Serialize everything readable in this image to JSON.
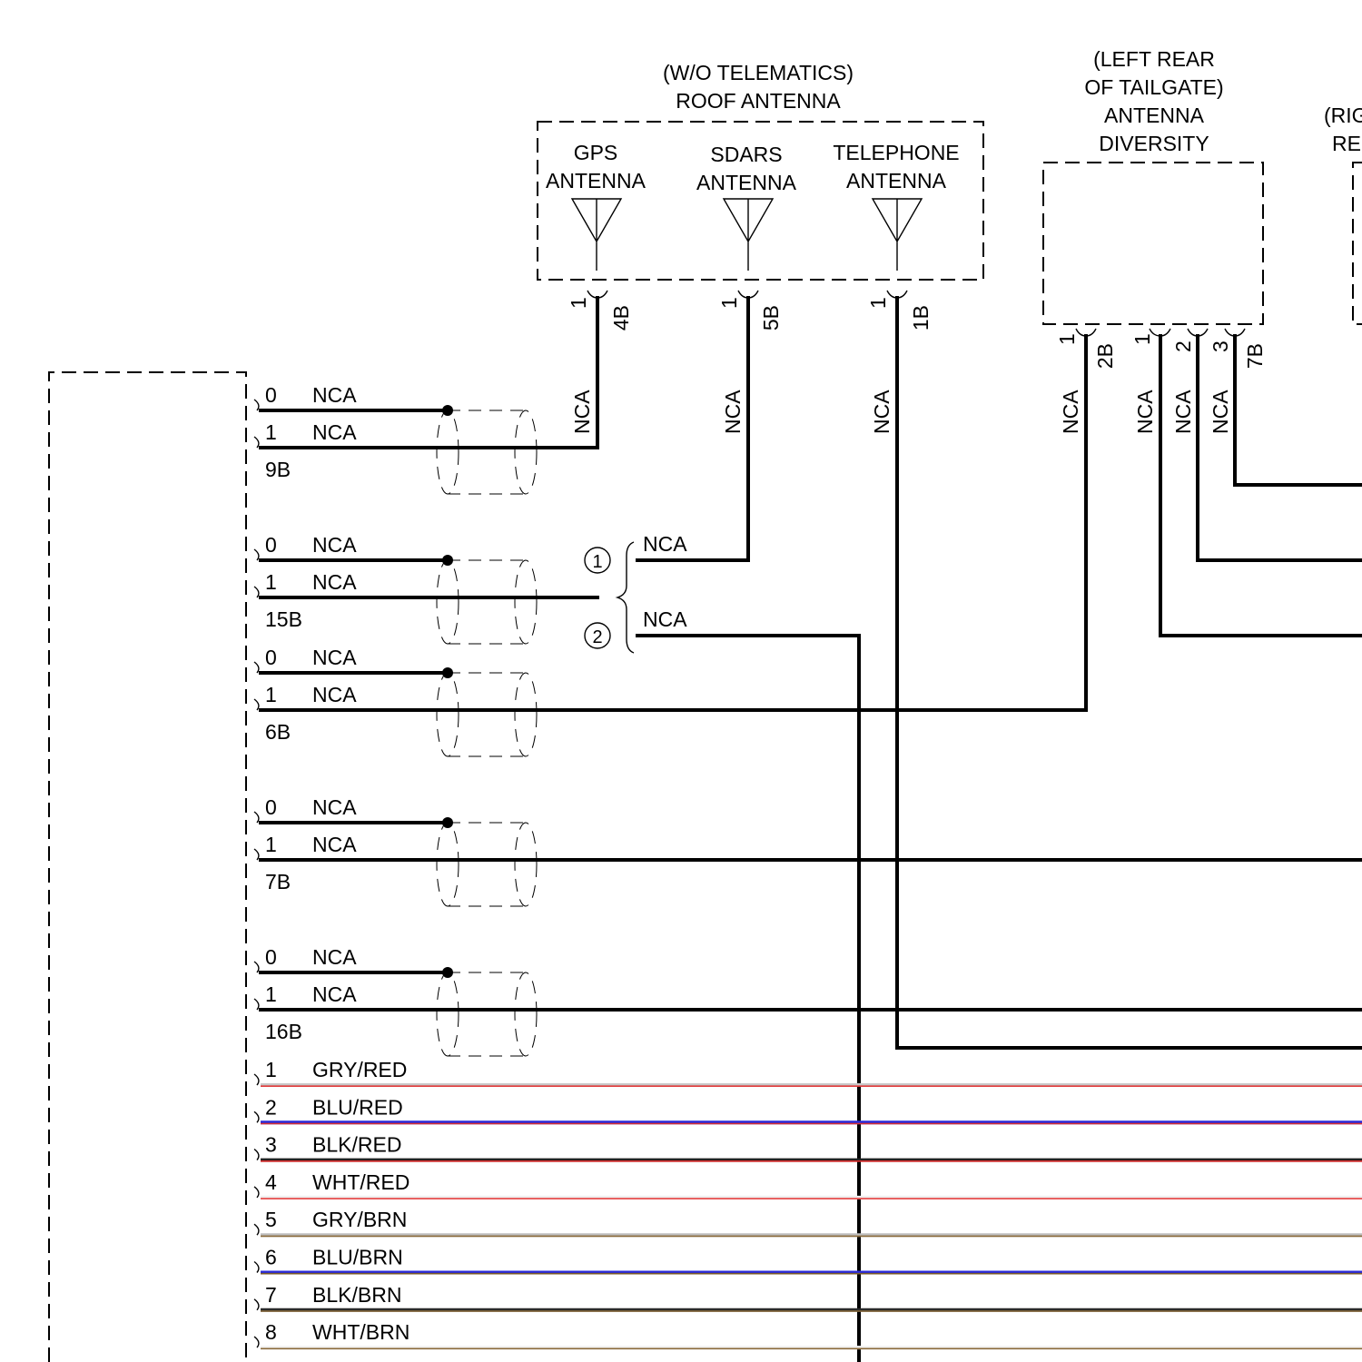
{
  "antenna_module": {
    "title_line1": "(W/O TELEMATICS)",
    "title_line2": "ROOF ANTENNA",
    "gps": {
      "line1": "GPS",
      "line2": "ANTENNA",
      "pin": "1",
      "connector": "4B"
    },
    "sdars": {
      "line1": "SDARS",
      "line2": "ANTENNA",
      "pin": "1",
      "connector": "5B"
    },
    "telephone": {
      "line1": "TELEPHONE",
      "line2": "ANTENNA",
      "pin": "1",
      "connector": "1B"
    }
  },
  "diversity_module": {
    "title_line1": "(LEFT REAR",
    "title_line2": "OF TAILGATE)",
    "title_line3": "ANTENNA",
    "title_line4": "DIVERSITY",
    "pin_a": "1",
    "connector_a": "2B",
    "pin_b": "1",
    "pin_c": "2",
    "pin_d": "3",
    "connector_b": "7B"
  },
  "right_module": {
    "title_line1": "(RIG",
    "title_line2": "RE"
  },
  "wire_label": "NCA",
  "shielded_connectors": [
    {
      "name": "9B",
      "pin0": "0",
      "pin1": "1",
      "wire0": "NCA",
      "wire1": "NCA"
    },
    {
      "name": "15B",
      "pin0": "0",
      "pin1": "1",
      "wire0": "NCA",
      "wire1": "NCA"
    },
    {
      "name": "6B",
      "pin0": "0",
      "pin1": "1",
      "wire0": "NCA",
      "wire1": "NCA"
    },
    {
      "name": "7B",
      "pin0": "0",
      "pin1": "1",
      "wire0": "NCA",
      "wire1": "NCA"
    },
    {
      "name": "16B",
      "pin0": "0",
      "pin1": "1",
      "wire0": "NCA",
      "wire1": "NCA"
    }
  ],
  "option_markers": [
    {
      "number": "1",
      "wire": "NCA"
    },
    {
      "number": "2",
      "wire": "NCA"
    }
  ],
  "colored_wires": [
    {
      "pin": "1",
      "label": "GRY/RED",
      "color_a": "#c8c8c8",
      "color_b": "#e03a3a"
    },
    {
      "pin": "2",
      "label": "BLU/RED",
      "color_a": "#2a2ad8",
      "color_b": "#d83030"
    },
    {
      "pin": "3",
      "label": "BLK/RED",
      "color_a": "#222222",
      "color_b": "#d82a2a"
    },
    {
      "pin": "4",
      "label": "WHT/RED",
      "color_a": "#f0f0f0",
      "color_b": "#e64040"
    },
    {
      "pin": "5",
      "label": "GRY/BRN",
      "color_a": "#bdbdbd",
      "color_b": "#8a6a3a"
    },
    {
      "pin": "6",
      "label": "BLU/BRN",
      "color_a": "#2a2ad8",
      "color_b": "#7a5a2a"
    },
    {
      "pin": "7",
      "label": "BLK/BRN",
      "color_a": "#2a2a2a",
      "color_b": "#8a6a3a"
    },
    {
      "pin": "8",
      "label": "WHT/BRN",
      "color_a": "#f2f2f2",
      "color_b": "#8a6a3a"
    }
  ]
}
